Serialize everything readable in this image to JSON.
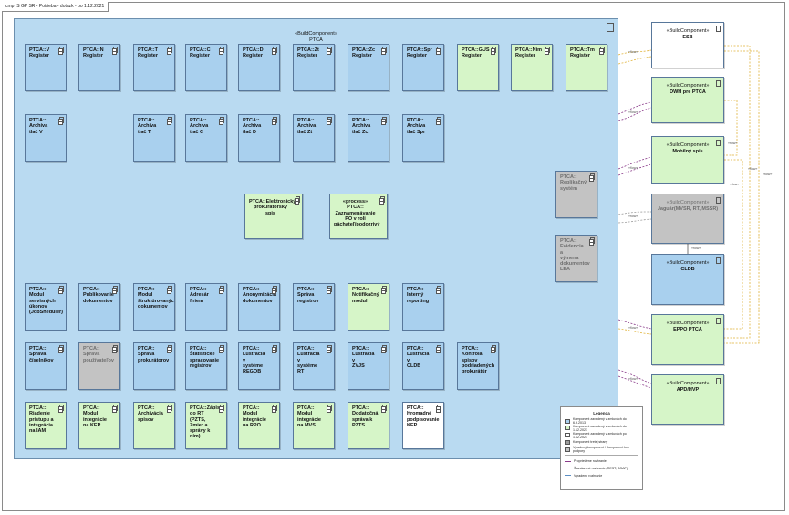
{
  "frame_title": "cmp IS GP SR - Potrieba - dotazk - po 1.12.2021",
  "container": {
    "stereotype": "«BuildComponent»",
    "name": "PTCA"
  },
  "components": [
    {
      "id": "ptca-v-register",
      "label": "PTCA::V\nRegister",
      "color": "blue"
    },
    {
      "id": "ptca-n-register",
      "label": "PTCA::N\nRegister",
      "color": "blue"
    },
    {
      "id": "ptca-t-register",
      "label": "PTCA::T\nRegister",
      "color": "blue"
    },
    {
      "id": "ptca-c-register",
      "label": "PTCA::C\nRegister",
      "color": "blue"
    },
    {
      "id": "ptca-d-register",
      "label": "PTCA::D\nRegister",
      "color": "blue"
    },
    {
      "id": "ptca-zt-register",
      "label": "PTCA::Zt\nRegister",
      "color": "blue"
    },
    {
      "id": "ptca-zc-register",
      "label": "PTCA::Zc\nRegister",
      "color": "blue"
    },
    {
      "id": "ptca-spr-register",
      "label": "PTCA::Spr\nRegister",
      "color": "blue"
    },
    {
      "id": "ptca-gus-register",
      "label": "PTCA::GÚS\nRegister",
      "color": "green"
    },
    {
      "id": "ptca-nim-register",
      "label": "PTCA::Nim\nRegister",
      "color": "green"
    },
    {
      "id": "ptca-tm-register",
      "label": "PTCA::Tm\nRegister",
      "color": "green"
    },
    {
      "id": "ptca-archiva-v",
      "label": "PTCA::\nArchíva\ntlač V",
      "color": "blue"
    },
    {
      "id": "ptca-archiva-t",
      "label": "PTCA::\nArchíva\ntlač T",
      "color": "blue"
    },
    {
      "id": "ptca-archiva-c",
      "label": "PTCA::\nArchíva\ntlač C",
      "color": "blue"
    },
    {
      "id": "ptca-archiva-d",
      "label": "PTCA::\nArchíva\ntlač D",
      "color": "blue"
    },
    {
      "id": "ptca-archiva-zt",
      "label": "PTCA::\nArchíva\ntlač Zt",
      "color": "blue"
    },
    {
      "id": "ptca-archiva-zc",
      "label": "PTCA::\nArchíva\ntlač Zc",
      "color": "blue"
    },
    {
      "id": "ptca-archiva-spr",
      "label": "PTCA::\nArchíva\ntlač Spr",
      "color": "blue"
    },
    {
      "id": "ptca-replikacny-system",
      "label": "PTCA::\nReplikačný\nsystém",
      "color": "gray"
    },
    {
      "id": "ptca-elektronicky-spis",
      "label": "PTCA::Elektronický\nprokurátorský spis",
      "color": "green"
    },
    {
      "id": "ptca-zaznamenavanie",
      "label": "«process»\nPTCA::\nZaznamenávanie\nPO v roli\npáchateľ/podozrivý",
      "color": "green"
    },
    {
      "id": "ptca-evidencia-lea",
      "label": "PTCA::\nEvidencia a\nvýmena\ndokumentov\nLEA",
      "color": "gray"
    },
    {
      "id": "ptca-modul-sluzobnych",
      "label": "PTCA::\nModul\nservisných\núkonov\n(JobSheduler)",
      "color": "blue"
    },
    {
      "id": "ptca-publikovanie",
      "label": "PTCA::\nPublikovanie\ndokumentov",
      "color": "blue"
    },
    {
      "id": "ptca-modul-strukturovanych",
      "label": "PTCA::\nModul\nštruktúrovaných\ndokumentov",
      "color": "blue"
    },
    {
      "id": "ptca-adresar",
      "label": "PTCA::\nAdresár\nfiriem",
      "color": "blue"
    },
    {
      "id": "ptca-anonymizacia",
      "label": "PTCA::\nAnonymizácia\ndokumentov",
      "color": "blue"
    },
    {
      "id": "ptca-sprava-registrov",
      "label": "PTCA::\nSpráva\nregistrov",
      "color": "blue"
    },
    {
      "id": "ptca-notifikacny-modul",
      "label": "PTCA::\nNotifikačný\nmodul",
      "color": "green"
    },
    {
      "id": "ptca-interny-reporting",
      "label": "PTCA::\nInterný\nreporting",
      "color": "blue"
    },
    {
      "id": "ptca-sprava-ciselnikov",
      "label": "PTCA::\nSpráva\nčíselníkov",
      "color": "blue"
    },
    {
      "id": "ptca-sprava-pouzivatelov",
      "label": "PTCA::\nSpráva\npoužívateľov",
      "color": "gray"
    },
    {
      "id": "ptca-sprava-prokuratorov",
      "label": "PTCA::\nSpráva\nprokurátorov",
      "color": "blue"
    },
    {
      "id": "ptca-statisticke",
      "label": "PTCA::\nŠtatistické\nspracovanie\nregistrov",
      "color": "blue"
    },
    {
      "id": "ptca-lustracia-regob",
      "label": "PTCA::\nLustrácia v\nsystéme\nREGOB",
      "color": "blue"
    },
    {
      "id": "ptca-lustracia-rt",
      "label": "PTCA::\nLustrácia v\nsystéme RT",
      "color": "blue"
    },
    {
      "id": "ptca-lustracia-zvjs",
      "label": "PTCA::\nLustrácia v\nZVJS",
      "color": "blue"
    },
    {
      "id": "ptca-lustracia-cldb",
      "label": "PTCA::\nLustrácia v\nCLDB",
      "color": "blue"
    },
    {
      "id": "ptca-kontrola-spisov",
      "label": "PTCA::\nKontrola\nspisov\npodriadených\nprokurátúr",
      "color": "blue"
    },
    {
      "id": "ptca-riadenie-pristupu",
      "label": "PTCA::\nRiadenie\nprístupu a\nintegrácia\nna IAM",
      "color": "green"
    },
    {
      "id": "ptca-modul-kep",
      "label": "PTCA::\nModul\nintegrácie\nna KEP",
      "color": "green"
    },
    {
      "id": "ptca-archivacia-spisov",
      "label": "PTCA::\nArchivácia\nspisov",
      "color": "green"
    },
    {
      "id": "ptca-zapis-rt",
      "label": "PTCA::Zápis\ndo RT\n(PZTS,\nZmier a\nsprávy k\nním)",
      "color": "green"
    },
    {
      "id": "ptca-modul-rpo",
      "label": "PTCA::\nModul\nintegrácie\nna RPO",
      "color": "green"
    },
    {
      "id": "ptca-modul-mvs",
      "label": "PTCA::\nModul\nintegrácie\nna MVS",
      "color": "green"
    },
    {
      "id": "ptca-dodatocna-sprava",
      "label": "PTCA::\nDodatočná\nspráva k\nPZTS",
      "color": "green"
    },
    {
      "id": "ptca-hromadne-kep",
      "label": "PTCA::\nHromadné\npodpisovanie\nKEP",
      "color": "white"
    }
  ],
  "external": [
    {
      "id": "esb",
      "stereotype": "«BuildComponent»",
      "name": "ESB",
      "color": "white"
    },
    {
      "id": "dwh",
      "stereotype": "«BuildComponent»",
      "name": "DWH pre PTCA",
      "color": "green"
    },
    {
      "id": "mobilny-spis",
      "stereotype": "«BuildComponent»",
      "name": "Mobilný spis",
      "color": "green"
    },
    {
      "id": "jaguar",
      "stereotype": "«BuildComponent»",
      "name": "Jaguár(MVSR, RT, MSSR)",
      "color": "gray"
    },
    {
      "id": "cldb",
      "stereotype": "«BuildComponent»",
      "name": "CLDB",
      "color": "blue"
    },
    {
      "id": "eppo",
      "stereotype": "«BuildComponent»",
      "name": "EPPO PTCA",
      "color": "green"
    },
    {
      "id": "apd",
      "stereotype": "«BuildComponent»",
      "name": "APD/HVP",
      "color": "green"
    }
  ],
  "edge_label": "«flow»",
  "legend": {
    "title": "Legenda",
    "items": [
      {
        "label": "Komponent zavedený v zmluvách do 6.9.2013",
        "color": "#a9d0ee"
      },
      {
        "label": "Komponent zavedený v zmluvách do 1.12.2021",
        "color": "#d6f5c8"
      },
      {
        "label": "Komponent zavedený v zmluvách po 1.12.2021",
        "color": "#ffffff"
      },
      {
        "label": "Komponent tretej strany",
        "color": "#9c9c9c"
      },
      {
        "label": "Vyradený komponent / Komponent bez podpory",
        "color": "#c3c3c3"
      }
    ],
    "lines": [
      {
        "label": "Proprietárne rozhranie",
        "color": "#8a3b8a"
      },
      {
        "label": "Štandardné rozhranie (REST, SOAP)",
        "color": "#e0b33a"
      },
      {
        "label": "Vyradené rozhranie",
        "color": "#5b8ec4"
      }
    ]
  }
}
